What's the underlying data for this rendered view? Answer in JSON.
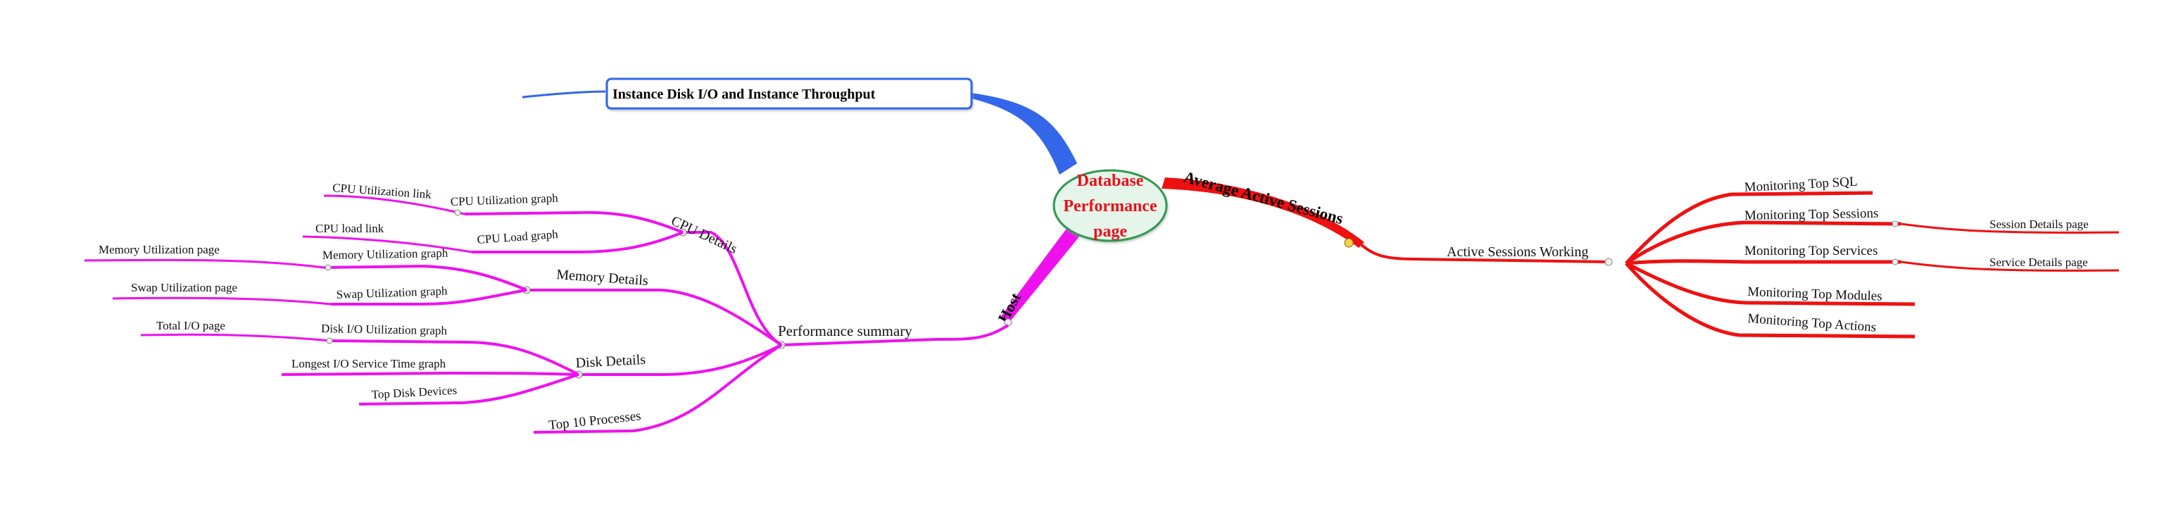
{
  "colors": {
    "background": "#ffffff",
    "center_fill": "#e6f5ea",
    "center_stroke": "#2e9a4e",
    "center_text": "#e8111a",
    "io_branch": "#3366e8",
    "host_branch": "#ee11ee",
    "sessions_branch": "#ee1111",
    "box_stroke": "#3366e8"
  },
  "center": {
    "lines": [
      "Database",
      "Performance",
      "page"
    ]
  },
  "io_box": {
    "label": "Instance Disk I/O and Instance Throughput"
  },
  "host": {
    "label": "Host",
    "summary": "Performance summary",
    "cpu": {
      "label": "CPU Details",
      "children": [
        {
          "label": "CPU Utilization graph",
          "sub": "CPU Utilization link"
        },
        {
          "label": "CPU Load graph",
          "sub": "CPU load link"
        }
      ]
    },
    "memory": {
      "label": "Memory Details",
      "children": [
        {
          "label": "Memory Utilization graph",
          "sub": "Memory Utilization page"
        },
        {
          "label": "Swap Utilization graph",
          "sub": "Swap Utilization page"
        }
      ]
    },
    "disk": {
      "label": "Disk Details",
      "children": [
        {
          "label": "Disk I/O Utilization graph",
          "sub": "Total I/O page"
        },
        {
          "label": "Longest I/O Service Time graph"
        },
        {
          "label": "Top Disk Devices"
        }
      ]
    },
    "top_processes": "Top 10 Processes"
  },
  "sessions": {
    "label": "Average Active Sessions",
    "working": "Active Sessions Working",
    "children": [
      {
        "label": "Monitoring Top SQL"
      },
      {
        "label": "Monitoring Top Sessions",
        "sub": "Session Details page"
      },
      {
        "label": "Monitoring Top Services",
        "sub": "Service Details page"
      },
      {
        "label": "Monitoring Top Modules"
      },
      {
        "label": "Monitoring Top Actions"
      }
    ]
  }
}
